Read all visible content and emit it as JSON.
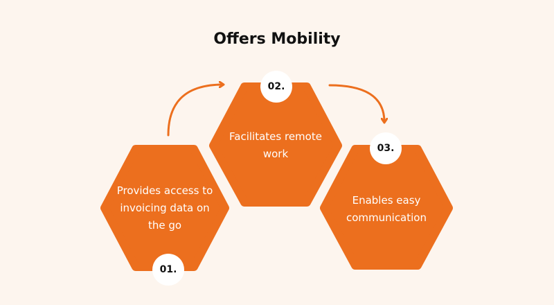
{
  "title": "Offers Mobility",
  "colors": {
    "background": "#fdf5ee",
    "hexagon": "#ec6f1e",
    "arrow": "#ec6f1e",
    "badge": "#ffffff"
  },
  "steps": [
    {
      "number": "01.",
      "text": "Provides access to invoicing data on the go"
    },
    {
      "number": "02.",
      "text": "Facilitates remote work"
    },
    {
      "number": "03.",
      "text": "Enables easy communication"
    }
  ]
}
